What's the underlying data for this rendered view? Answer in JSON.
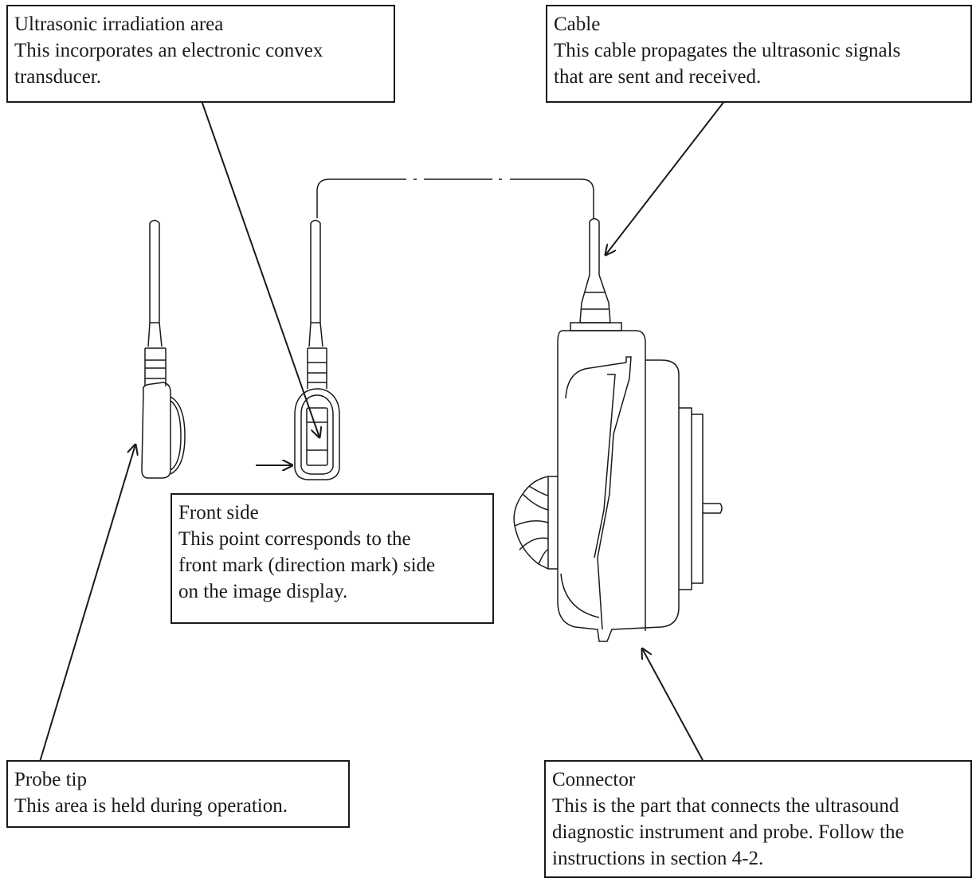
{
  "callouts": {
    "ultrasonic_area": {
      "title": "Ultrasonic irradiation area",
      "lines": [
        "This incorporates an electronic convex",
        "transducer."
      ]
    },
    "cable": {
      "title": "Cable",
      "lines": [
        "This cable propagates the ultrasonic signals",
        "that are sent and received."
      ]
    },
    "front_side": {
      "title": "Front side",
      "lines": [
        "This point corresponds to the",
        "front mark (direction  mark) side",
        "on the image display."
      ]
    },
    "probe_tip": {
      "title": "Probe tip",
      "lines": [
        "This area is held during operation."
      ]
    },
    "connector": {
      "title": "Connector",
      "lines": [
        "This is the part that connects the ultrasound",
        "diagnostic instrument and probe. Follow the",
        "instructions in section 4-2."
      ]
    }
  },
  "colors": {
    "line": "#1a1a1a",
    "background": "#ffffff"
  }
}
